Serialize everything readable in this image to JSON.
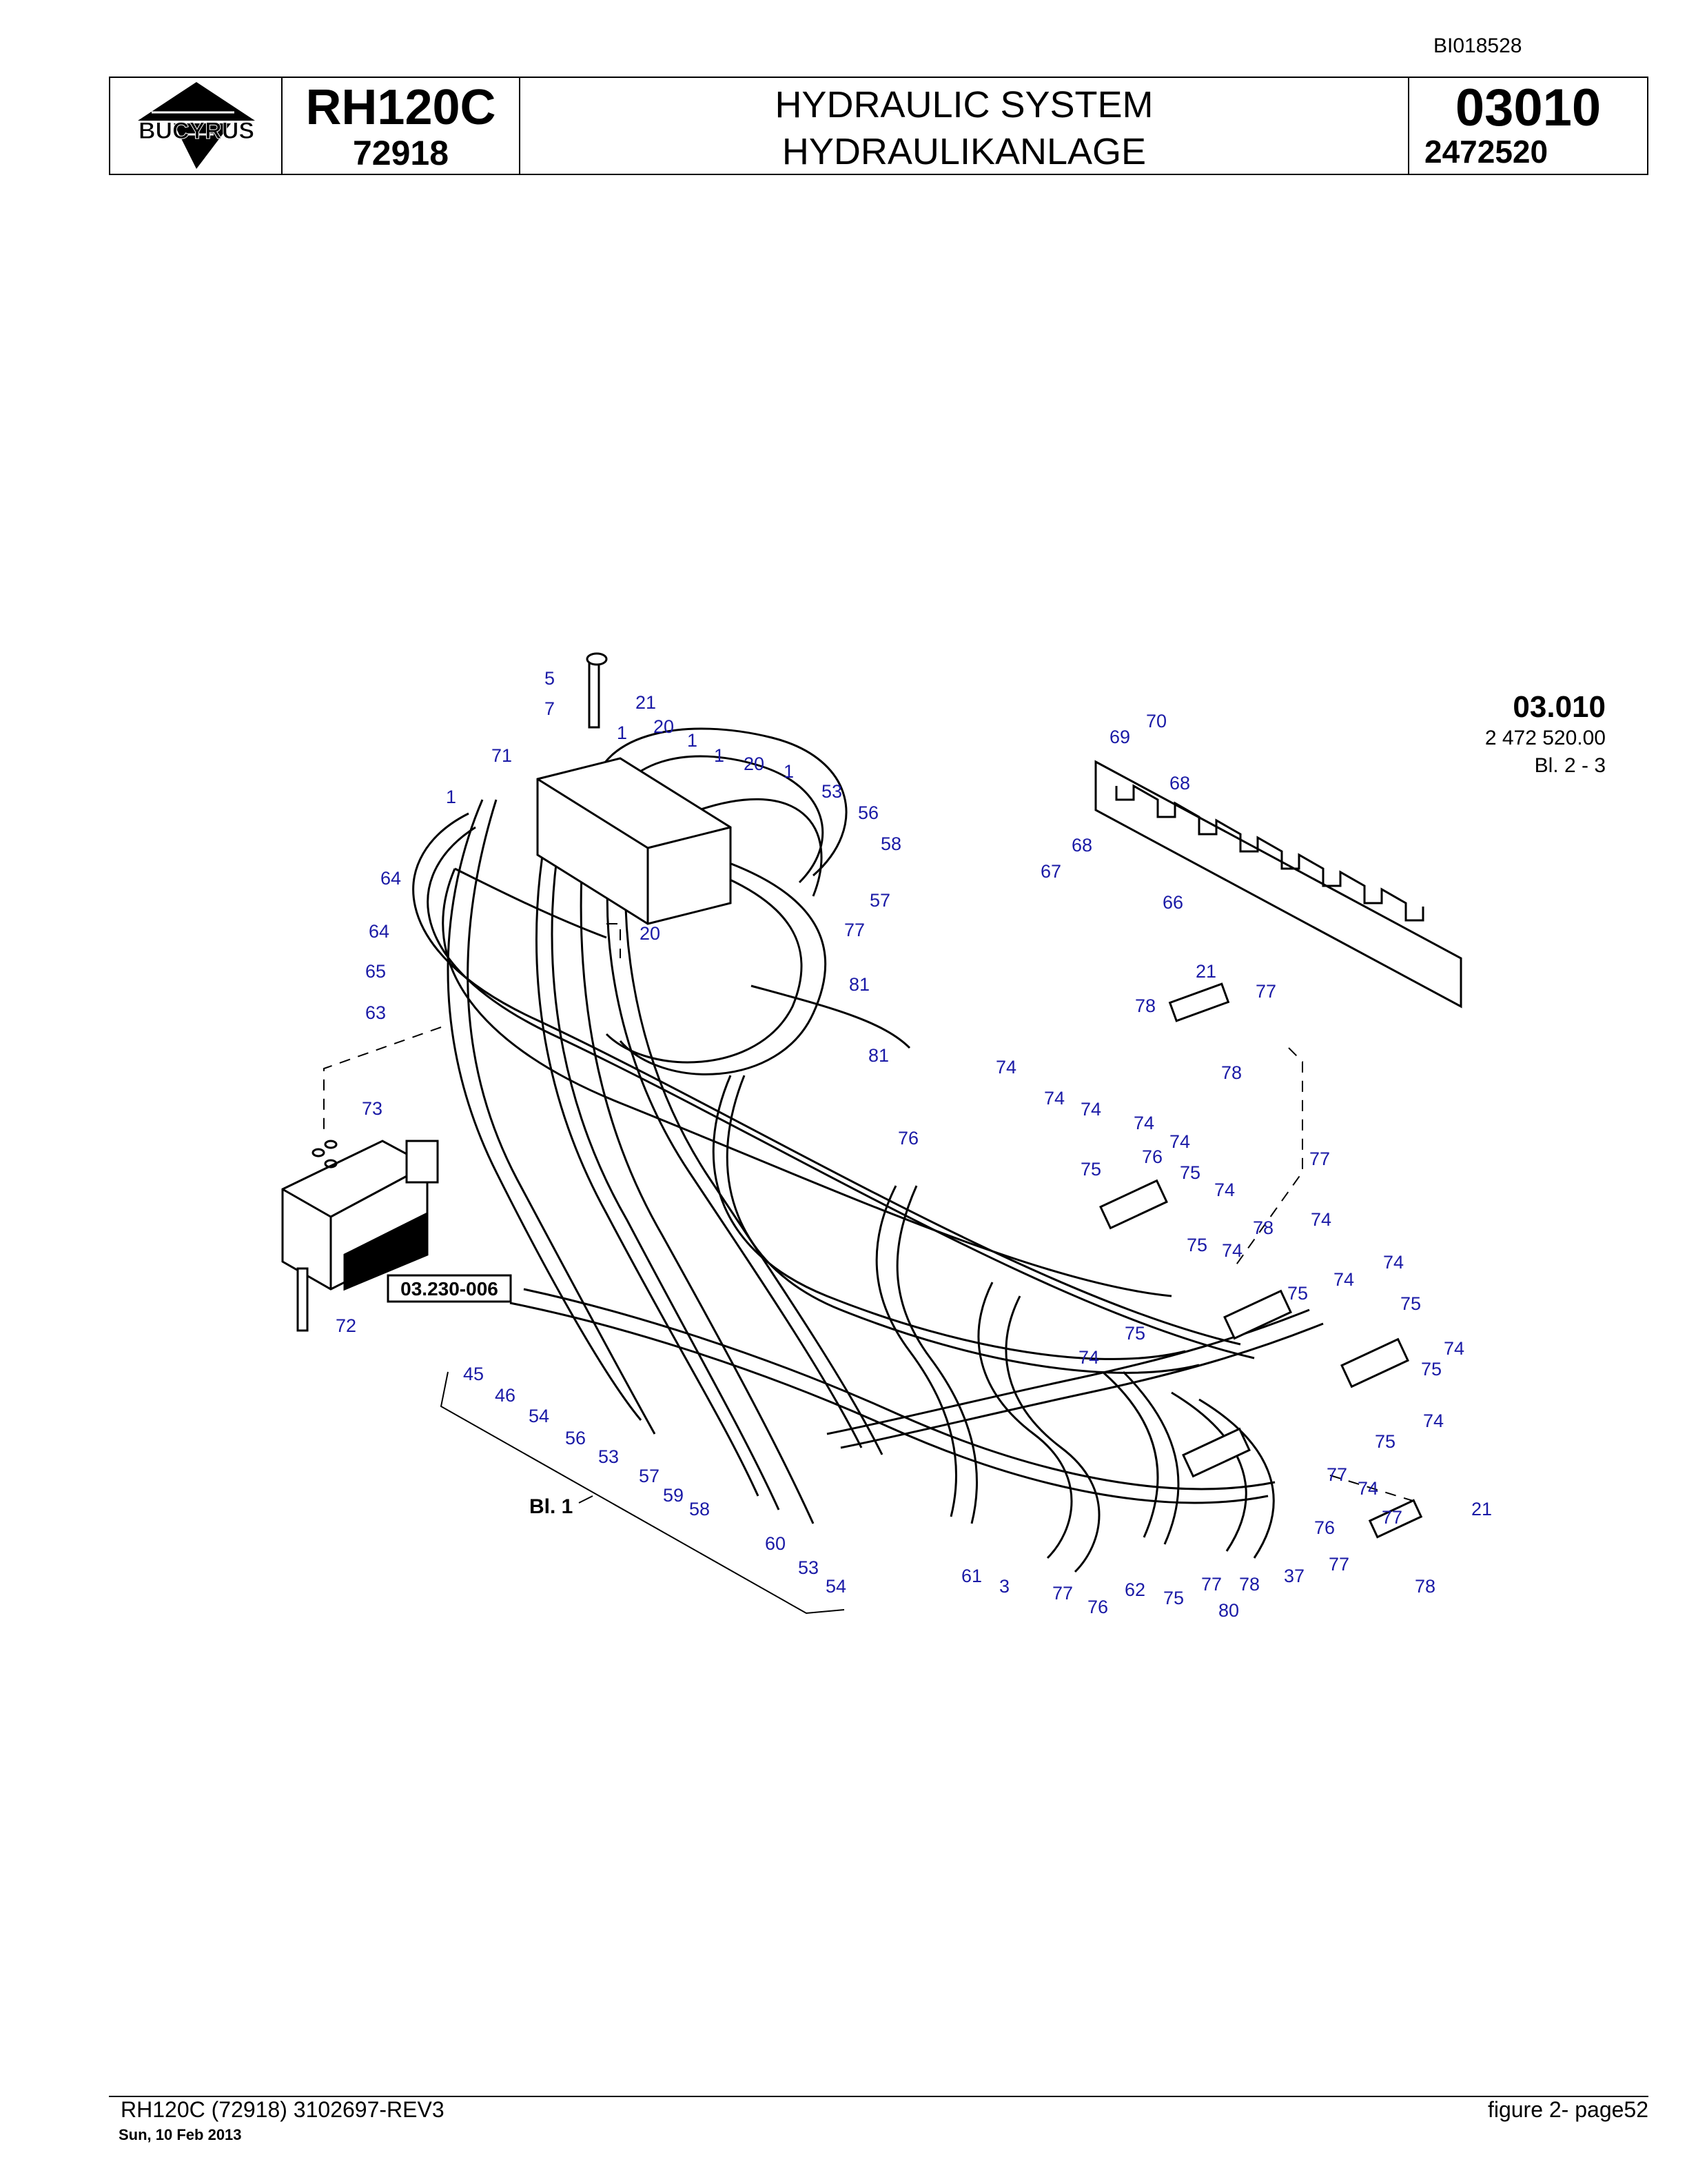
{
  "document_id": "BI018528",
  "header": {
    "logo_text": "BUCYRUS",
    "model": "RH120C",
    "serial": "72918",
    "title_en": "HYDRAULIC SYSTEM",
    "title_de": "HYDRAULIKANLAGE",
    "section_number": "03010",
    "part_number": "2472520"
  },
  "drawing": {
    "section_ref": "03.010",
    "drawing_number": "2 472 520.00",
    "sheet_ref": "Bl. 2 - 3",
    "sheet_link": "Bl. 1",
    "boxed_ref": "03.230-006",
    "callouts": {
      "c_5": "5",
      "c_7": "7",
      "c_21a": "21",
      "c_1a": "1",
      "c_20a": "20",
      "c_1b": "1",
      "c_1c": "1",
      "c_20b": "20",
      "c_1d": "1",
      "c_71": "71",
      "c_1e": "1",
      "c_53a": "53",
      "c_56a": "56",
      "c_58a": "58",
      "c_64a": "64",
      "c_57a": "57",
      "c_77a": "77",
      "c_20c": "20",
      "c_64b": "64",
      "c_65": "65",
      "c_63": "63",
      "c_81a": "81",
      "c_81b": "81",
      "c_73": "73",
      "c_72": "72",
      "c_70": "70",
      "c_69": "69",
      "c_68a": "68",
      "c_68b": "68",
      "c_67": "67",
      "c_66": "66",
      "c_21b": "21",
      "c_78a": "78",
      "c_77b": "77",
      "c_78b": "78",
      "c_74a": "74",
      "c_76a": "76",
      "c_74b": "74",
      "c_74c": "74",
      "c_74d": "74",
      "c_75a": "75",
      "c_76b": "76",
      "c_74e": "74",
      "c_75b": "75",
      "c_74f": "74",
      "c_77c": "77",
      "c_78c": "78",
      "c_75c": "75",
      "c_74g": "74",
      "c_74h": "74",
      "c_75d": "75",
      "c_74i": "74",
      "c_74j": "74",
      "c_74k": "74",
      "c_75e": "75",
      "c_74l": "74",
      "c_75f": "75",
      "c_75g": "75",
      "c_74m": "74",
      "c_75h": "75",
      "c_77d": "77",
      "c_74n": "74",
      "c_77e": "77",
      "c_21c": "21",
      "c_78d": "78",
      "c_76c": "76",
      "c_77f": "77",
      "c_37": "37",
      "c_78e": "78",
      "c_77g": "77",
      "c_80": "80",
      "c_75i": "75",
      "c_62": "62",
      "c_76d": "76",
      "c_77h": "77",
      "c_3": "3",
      "c_61": "61",
      "c_45": "45",
      "c_46": "46",
      "c_54a": "54",
      "c_56b": "56",
      "c_53b": "53",
      "c_57b": "57",
      "c_59": "59",
      "c_58b": "58",
      "c_60": "60",
      "c_53c": "53",
      "c_54b": "54"
    }
  },
  "footer": {
    "left": "RH120C (72918) 3102697-REV3",
    "date": "Sun, 10 Feb 2013",
    "right": "figure  2- page52"
  }
}
